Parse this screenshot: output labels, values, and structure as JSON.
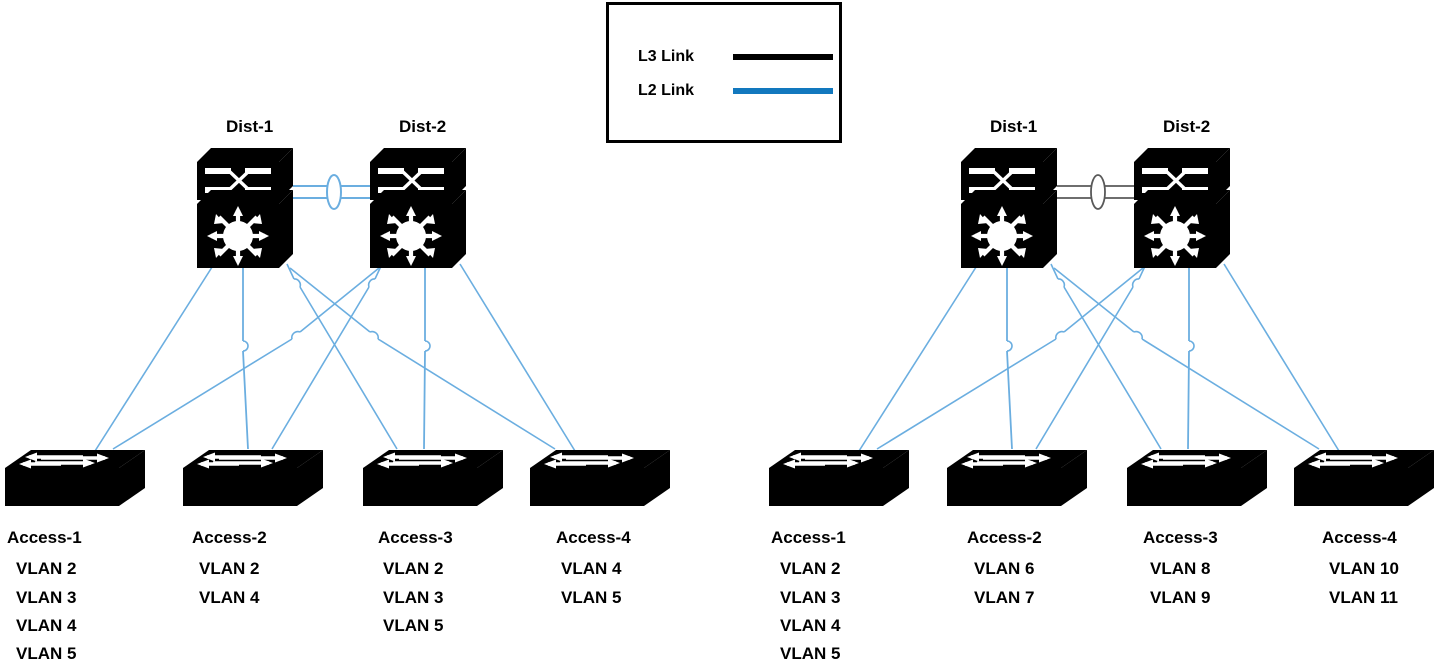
{
  "legend": {
    "title": "",
    "items": [
      {
        "label": "L3 Link",
        "color": "#000000",
        "type": "l3"
      },
      {
        "label": "L2 Link",
        "color": "#1278BE",
        "type": "l2"
      }
    ]
  },
  "colors": {
    "l2_link": "#6BAEE0",
    "l3_link": "#595959",
    "legend_l3": "#000000",
    "legend_l2": "#1278BE",
    "device_fill": "#000000",
    "text": "#000000",
    "background": "#FFFFFF"
  },
  "diagrams": [
    {
      "id": "left",
      "inter_dist_link_type": "L2 Link",
      "distribution": [
        {
          "name": "Dist-1",
          "role": "layer3-switch"
        },
        {
          "name": "Dist-2",
          "role": "layer3-switch"
        }
      ],
      "access": [
        {
          "name": "Access-1",
          "vlans": [
            "VLAN 2",
            "VLAN 3",
            "VLAN 4",
            "VLAN 5"
          ]
        },
        {
          "name": "Access-2",
          "vlans": [
            "VLAN 2",
            "VLAN 4"
          ]
        },
        {
          "name": "Access-3",
          "vlans": [
            "VLAN 2",
            "VLAN 3",
            "VLAN 5"
          ]
        },
        {
          "name": "Access-4",
          "vlans": [
            "VLAN 4",
            "VLAN 5"
          ]
        }
      ]
    },
    {
      "id": "right",
      "inter_dist_link_type": "L3 Link",
      "distribution": [
        {
          "name": "Dist-1",
          "role": "layer3-switch"
        },
        {
          "name": "Dist-2",
          "role": "layer3-switch"
        }
      ],
      "access": [
        {
          "name": "Access-1",
          "vlans": [
            "VLAN 2",
            "VLAN 3",
            "VLAN 4",
            "VLAN 5"
          ]
        },
        {
          "name": "Access-2",
          "vlans": [
            "VLAN 6",
            "VLAN 7"
          ]
        },
        {
          "name": "Access-3",
          "vlans": [
            "VLAN 8",
            "VLAN 9"
          ]
        },
        {
          "name": "Access-4",
          "vlans": [
            "VLAN 10",
            "VLAN 11"
          ]
        }
      ]
    }
  ]
}
